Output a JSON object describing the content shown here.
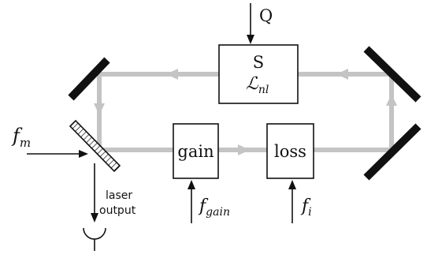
{
  "diagram": {
    "colors": {
      "beam": "#c4c4c4",
      "mirror": "#111111",
      "box_stroke": "#111111",
      "text": "#111111"
    },
    "blocks": {
      "s_block": {
        "label": "S",
        "sublabel": "ℒ",
        "sublabel_sub": "nl"
      },
      "gain_block": {
        "label": "gain"
      },
      "loss_block": {
        "label": "loss"
      }
    },
    "inputs": {
      "q_label": "Q",
      "fm_label": "f",
      "fm_sub": "m",
      "fgain_label": "f",
      "fgain_sub": "gain",
      "fi_label": "f",
      "fi_sub": "i"
    },
    "output": {
      "line1": "laser",
      "line2": "output"
    }
  }
}
